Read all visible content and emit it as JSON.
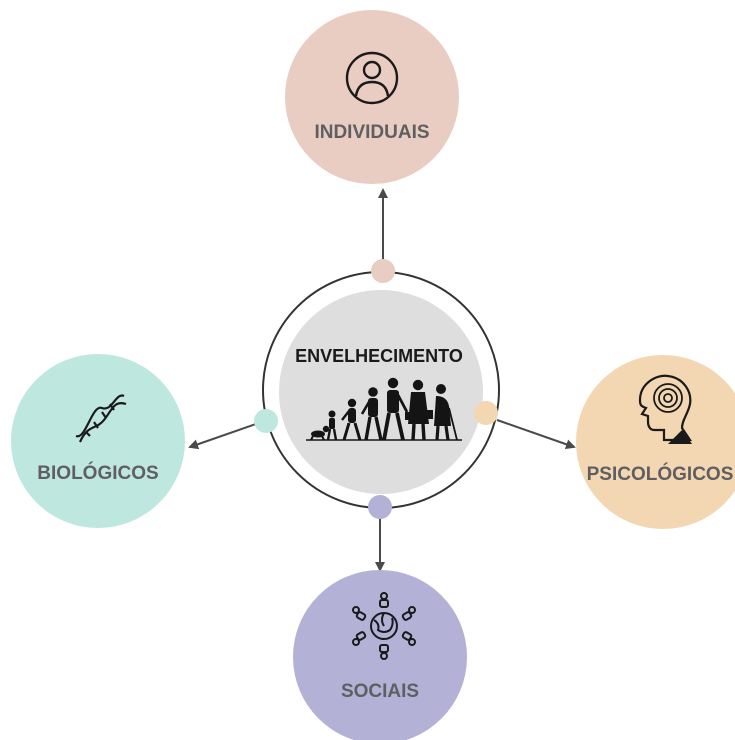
{
  "center": {
    "label": "ENVELHECIMENTO",
    "fill": "#dedede",
    "icon": "human-aging-stages-icon"
  },
  "nodes": {
    "individuais": {
      "label": "INDIVIDUAIS",
      "fill": "#e9cdc2",
      "connector": "#e9cdc2",
      "icon": "person-icon"
    },
    "biologicos": {
      "label": "BIOLÓGICOS",
      "fill": "#bde7df",
      "connector": "#bde7df",
      "icon": "dna-icon"
    },
    "psicologicos": {
      "label": "PSICOLÓGICOS",
      "fill": "#f2d7b2",
      "connector": "#f2d7b2",
      "icon": "head-spiral-icon"
    },
    "sociais": {
      "label": "SOCIAIS",
      "fill": "#b3b1d5",
      "connector": "#b3b1d5",
      "icon": "social-network-globe-icon"
    }
  },
  "colors": {
    "arrow": "#4a4a4a",
    "ring": "#333333",
    "label": "#5f5f62"
  }
}
